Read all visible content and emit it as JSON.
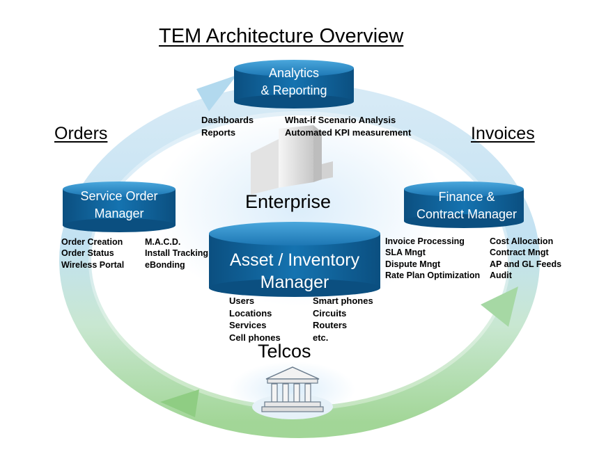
{
  "title": "TEM Architecture Overview",
  "side_labels": {
    "orders": "Orders",
    "invoices": "Invoices"
  },
  "center_labels": {
    "enterprise": "Enterprise",
    "telcos": "Telcos"
  },
  "nodes": {
    "analytics": {
      "line1": "Analytics",
      "line2": "& Reporting"
    },
    "service_order": {
      "line1": "Service Order",
      "line2": "Manager"
    },
    "finance": {
      "line1": "Finance &",
      "line2": "Contract Manager"
    },
    "asset": {
      "line1": "Asset / Inventory",
      "line2": "Manager"
    }
  },
  "lists": {
    "analytics_left": [
      "Dashboards",
      "Reports"
    ],
    "analytics_right": [
      "What-if Scenario Analysis",
      "Automated KPI measurement"
    ],
    "service_left": [
      "Order Creation",
      "Order Status",
      "Wireless Portal"
    ],
    "service_right": [
      "M.A.C.D.",
      "Install Tracking",
      "eBonding"
    ],
    "finance_left": [
      "Invoice Processing",
      "SLA Mngt",
      "Dispute Mngt",
      "Rate Plan Optimization"
    ],
    "finance_right": [
      "Cost Allocation",
      "Contract Mngt",
      "AP and GL Feeds",
      "Audit"
    ],
    "asset_left": [
      "Users",
      "Locations",
      "Services",
      "Cell phones"
    ],
    "asset_right": [
      "Smart phones",
      "Circuits",
      "Routers",
      "etc."
    ]
  },
  "colors": {
    "cylinder_top": "#2f8ec8",
    "cylinder_body": "#0d5f97",
    "arrow_blue": "#a9d3ea",
    "arrow_green": "#8fcd83"
  }
}
